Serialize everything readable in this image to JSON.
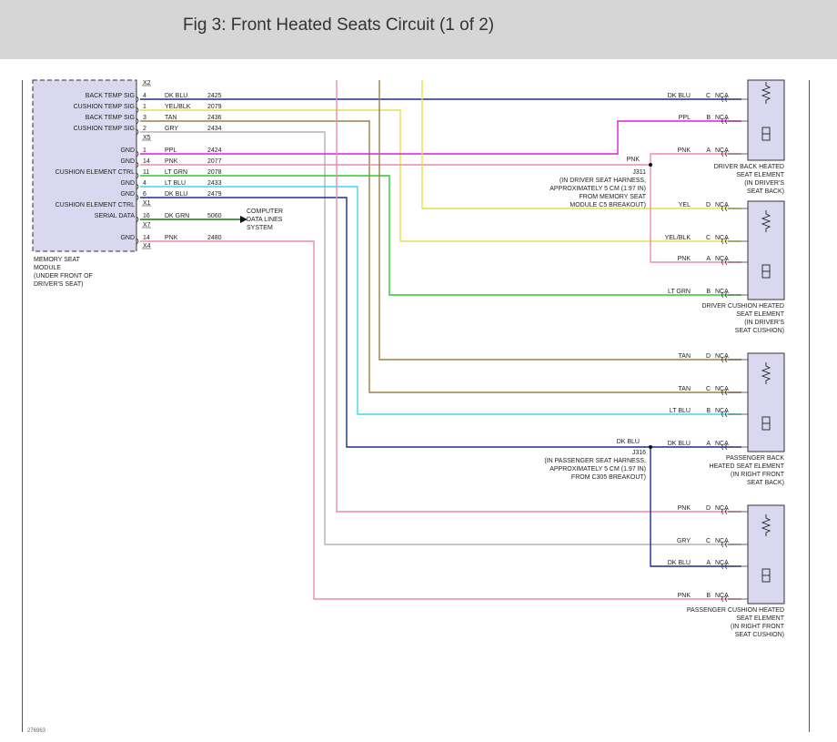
{
  "header": {
    "title": "Fig 3: Front Heated Seats Circuit (1 of 2)"
  },
  "colors": {
    "header_bg": "#d6d6d6",
    "module_fill": "#d9d8f0",
    "DK BLU": "#1c2c8c",
    "YEL/BLK": "#e6e04a",
    "YEL": "#e6e04a",
    "TAN": "#9b8048",
    "GRY": "#b4b4b4",
    "PPL": "#e01ce0",
    "PNK": "#ec8cac",
    "LT GRN": "#2ec82e",
    "LT BLU": "#3cdce8",
    "DK GRN": "#117511"
  },
  "module": {
    "name_lines": [
      "MEMORY SEAT",
      "MODULE",
      "(UNDER FRONT OF",
      "DRIVER'S SEAT)"
    ],
    "connectors": [
      "X2",
      "X5",
      "X1",
      "X7",
      "X4"
    ],
    "pins": [
      {
        "label": "BACK TEMP SIG",
        "pin": "4",
        "color": "DK BLU",
        "circuit": "2425"
      },
      {
        "label": "CUSHION TEMP SIG",
        "pin": "1",
        "color": "YEL/BLK",
        "circuit": "2079"
      },
      {
        "label": "BACK TEMP SIG",
        "pin": "3",
        "color": "TAN",
        "circuit": "2436"
      },
      {
        "label": "CUSHION TEMP SIG",
        "pin": "2",
        "color": "GRY",
        "circuit": "2434"
      },
      {
        "label": "GND",
        "pin": "1",
        "color": "PPL",
        "circuit": "2424"
      },
      {
        "label": "GND",
        "pin": "14",
        "color": "PNK",
        "circuit": "2077"
      },
      {
        "label": "CUSHION ELEMENT CTRL",
        "pin": "11",
        "color": "LT GRN",
        "circuit": "2078"
      },
      {
        "label": "GND",
        "pin": "4",
        "color": "LT BLU",
        "circuit": "2433"
      },
      {
        "label": "GND",
        "pin": "6",
        "color": "DK BLU",
        "circuit": "2479"
      },
      {
        "label": "CUSHION ELEMENT CTRL",
        "pin": "",
        "color": "",
        "circuit": ""
      },
      {
        "label": "SERIAL DATA",
        "pin": "16",
        "color": "DK GRN",
        "circuit": "5060"
      },
      {
        "label": "GND",
        "pin": "14",
        "color": "PNK",
        "circuit": "2480"
      }
    ]
  },
  "computer_data": [
    "COMPUTER",
    "DATA LINES",
    "SYSTEM"
  ],
  "splices": [
    {
      "name": "J311",
      "wire_color": "PNK",
      "note": [
        "(IN DRIVER SEAT HARNESS,",
        "APPROXIMATELY 5 CM (1.97 IN)",
        "FROM MEMORY SEAT",
        "MODULE C5 BREAKOUT)"
      ]
    },
    {
      "name": "J316",
      "wire_color": "DK BLU",
      "note": [
        "(IN PASSENGER SEAT HARNESS,",
        "APPROXIMATELY 5 CM (1.97 IN)",
        "FROM C305 BREAKOUT)"
      ]
    }
  ],
  "nca": "NCA",
  "elements": [
    {
      "name": [
        "DRIVER BACK HEATED",
        "SEAT ELEMENT",
        "(IN DRIVER'S",
        "SEAT BACK)"
      ],
      "pins": [
        {
          "color": "DK BLU",
          "letter": "C"
        },
        {
          "color": "PPL",
          "letter": "B"
        },
        {
          "color": "PNK",
          "letter": "A"
        }
      ]
    },
    {
      "name": [
        "DRIVER CUSHION HEATED",
        "SEAT ELEMENT",
        "(IN DRIVER'S",
        "SEAT CUSHION)"
      ],
      "pins": [
        {
          "color": "YEL",
          "letter": "D"
        },
        {
          "color": "YEL/BLK",
          "letter": "C"
        },
        {
          "color": "PNK",
          "letter": "A"
        },
        {
          "color": "LT GRN",
          "letter": "B"
        }
      ]
    },
    {
      "name": [
        "PASSENGER BACK",
        "HEATED SEAT ELEMENT",
        "(IN RIGHT FRONT",
        "SEAT BACK)"
      ],
      "pins": [
        {
          "color": "TAN",
          "letter": "D"
        },
        {
          "color": "TAN",
          "letter": "C"
        },
        {
          "color": "LT BLU",
          "letter": "B"
        },
        {
          "color": "DK BLU",
          "letter": "A"
        }
      ]
    },
    {
      "name": [
        "PASSENGER CUSHION HEATED",
        "SEAT ELEMENT",
        "(IN RIGHT FRONT",
        "SEAT CUSHION)"
      ],
      "pins": [
        {
          "color": "PNK",
          "letter": "D"
        },
        {
          "color": "GRY",
          "letter": "C"
        },
        {
          "color": "DK BLU",
          "letter": "A"
        },
        {
          "color": "PNK",
          "letter": "B"
        }
      ]
    }
  ],
  "corner_id": "276963"
}
